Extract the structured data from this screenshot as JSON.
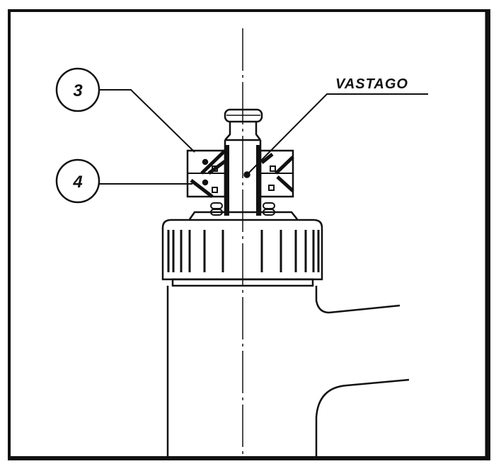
{
  "callouts": [
    {
      "number": "3"
    },
    {
      "number": "4"
    }
  ],
  "part_label": "VASTAGO",
  "colors": {
    "ink": "#111111",
    "paper": "#ffffff"
  }
}
